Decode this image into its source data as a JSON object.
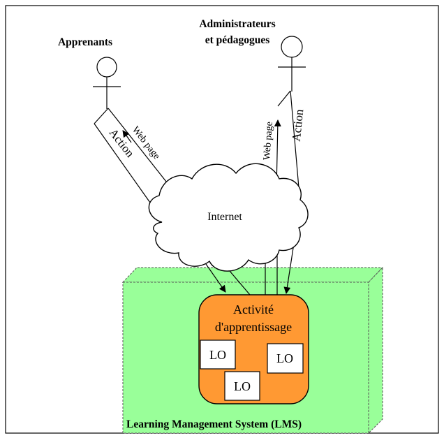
{
  "actors": {
    "learners": {
      "label": "Apprenants"
    },
    "admins": {
      "line1": "Administrateurs",
      "line2": "et pédagogues"
    }
  },
  "flows": {
    "learners_action": "Action",
    "learners_webpage": "Web page",
    "admins_webpage": "Web page",
    "admins_action": "Action"
  },
  "cloud": {
    "label": "Internet"
  },
  "lms": {
    "label": "Learning Management System (LMS)",
    "activity": {
      "line1": "Activité",
      "line2": "d'apprentissage"
    },
    "objects": [
      "LO",
      "LO",
      "LO"
    ]
  },
  "colors": {
    "lms_fill": "#99ff99",
    "activity_fill": "#ff9933",
    "background": "#ffffff",
    "stroke": "#000000"
  }
}
